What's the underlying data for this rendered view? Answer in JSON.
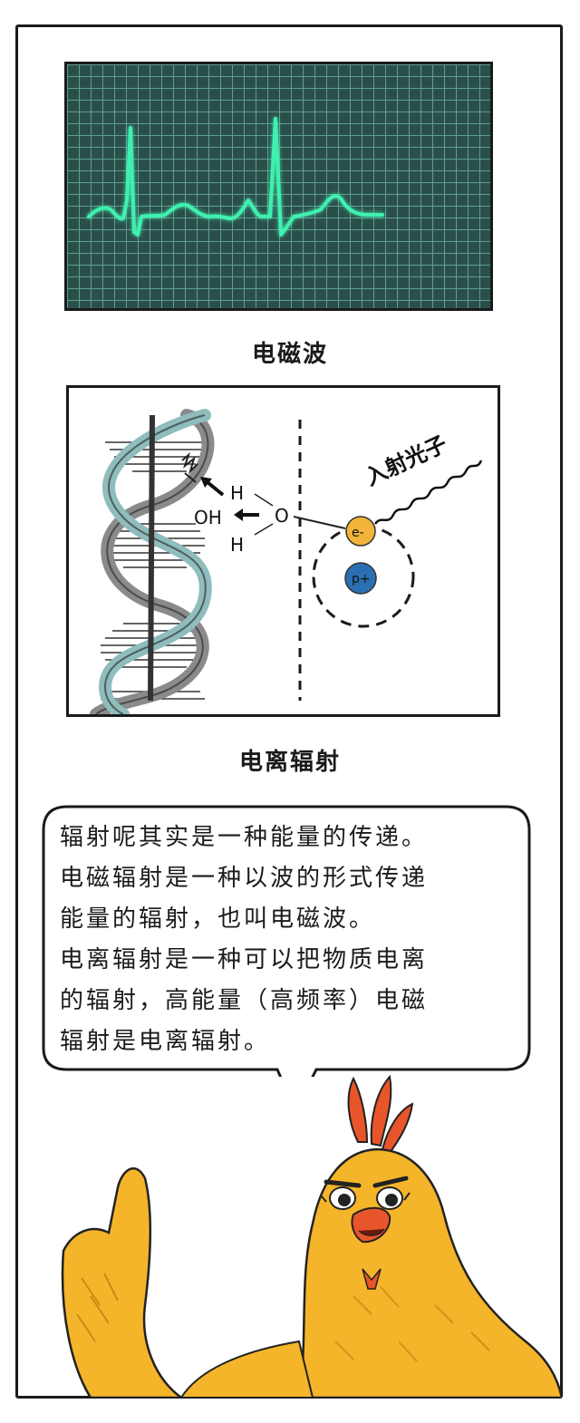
{
  "captions": {
    "electromagnetic_wave": "电磁波",
    "ionizing_radiation": "电离辐射"
  },
  "diagram": {
    "h_top": "H",
    "oh": "OH",
    "h_bottom": "H",
    "o": "O",
    "electron": "e-",
    "proton": "p+",
    "incident_photon": "入射光子"
  },
  "bubble": {
    "lines": [
      "辐射呢其实是一种能量的传递。",
      "电磁辐射是一种以波的形式传递",
      "能量的辐射，也叫电磁波。",
      "电离辐射是一种可以把物质电离",
      "的辐射，高能量（高频率）电磁",
      "辐射是电离辐射。"
    ]
  },
  "colors": {
    "ecg_bg": "#2a4f4a",
    "ecg_line": "#3ff0b0",
    "dna_strand": "#8fbcbc",
    "electron": "#f2b43a",
    "proton": "#2b6fb3",
    "chicken_body": "#f5b52a",
    "chicken_comb": "#e8552a"
  }
}
